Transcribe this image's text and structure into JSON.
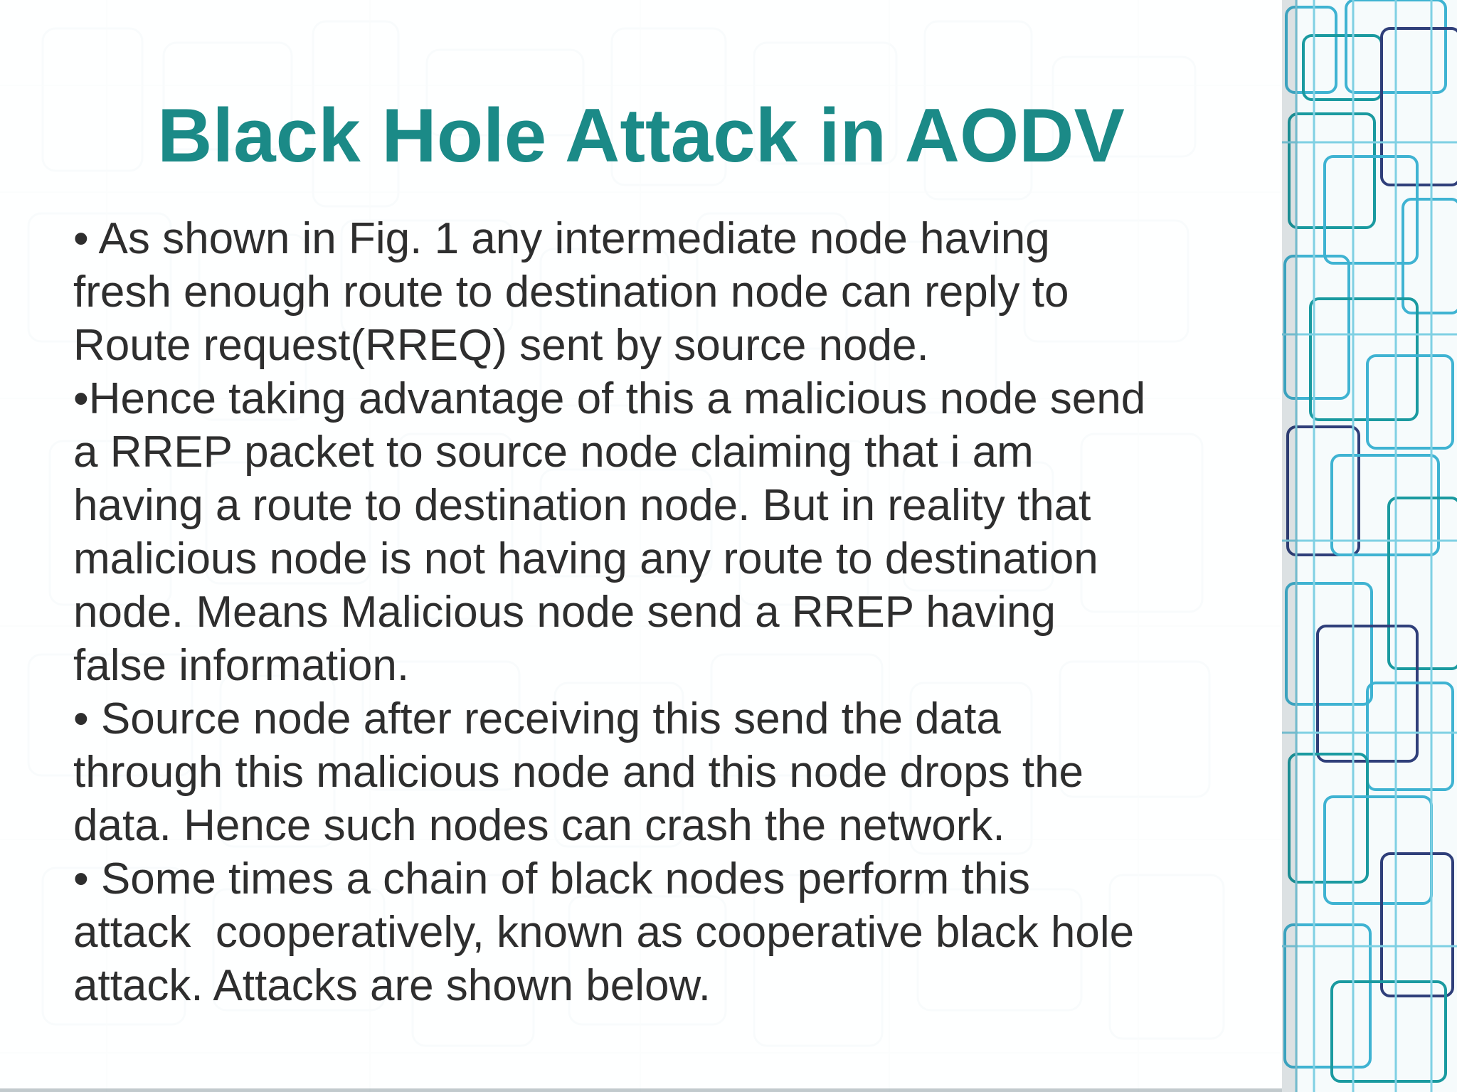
{
  "slide": {
    "title": "Black Hole Attack in AODV",
    "paragraphs": [
      {
        "lines": [
          "• As shown in Fig. 1 any intermediate node having",
          "fresh enough route to destination node can reply to",
          "Route request(RREQ) sent by source node."
        ]
      },
      {
        "lines": [
          "•Hence taking advantage of this a malicious node send",
          "a RREP packet to source node claiming that i am",
          "having a route to destination node. But in reality that",
          "malicious node is not having any route to destination",
          "node. Means Malicious node send a RREP having",
          "false information."
        ]
      },
      {
        "lines": [
          "• Source node after receiving this send the data",
          "through this malicious node and this node drops the",
          "data. Hence such nodes can crash the network."
        ]
      },
      {
        "lines": [
          "• Some times a chain of black nodes perform this",
          "attack  cooperatively, known as cooperative black hole",
          "attack. Attacks are shown below."
        ]
      }
    ]
  },
  "colors": {
    "title": "#1b8a87",
    "body_text": "#2e2e2e",
    "circuit_light": "#d6e6ea",
    "circuit_cyan": "#3fb3d2",
    "circuit_teal": "#1a9aa0",
    "circuit_navy": "#2f3f7a"
  }
}
